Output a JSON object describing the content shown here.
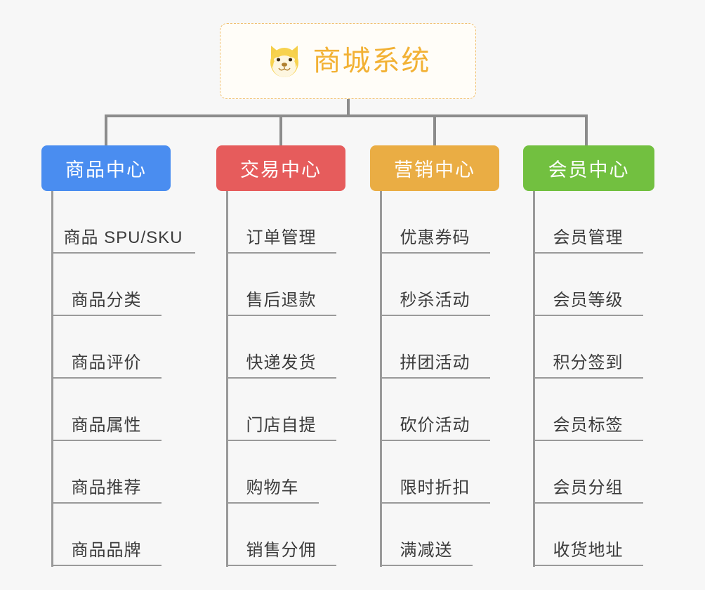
{
  "diagram": {
    "type": "mindmap",
    "background_color": "#f7f7f7",
    "root": {
      "title": "商城系统",
      "icon": "shiba-dog-face-icon",
      "text_color": "#f2b134",
      "border_color": "#f0c070",
      "fill_color": "#fffdf8"
    },
    "connector_color": "#8c8c8c",
    "branches": [
      {
        "label": "商品中心",
        "color": "#4a8df0",
        "items": [
          "商品 SPU/SKU",
          "商品分类",
          "商品评价",
          "商品属性",
          "商品推荐",
          "商品品牌"
        ]
      },
      {
        "label": "交易中心",
        "color": "#e65c5c",
        "items": [
          "订单管理",
          "售后退款",
          "快递发货",
          "门店自提",
          "购物车",
          "销售分佣"
        ]
      },
      {
        "label": "营销中心",
        "color": "#eaad44",
        "items": [
          "优惠券码",
          "秒杀活动",
          "拼团活动",
          "砍价活动",
          "限时折扣",
          "满减送"
        ]
      },
      {
        "label": "会员中心",
        "color": "#72c040",
        "items": [
          "会员管理",
          "会员等级",
          "积分签到",
          "会员标签",
          "会员分组",
          "收货地址"
        ]
      }
    ]
  }
}
